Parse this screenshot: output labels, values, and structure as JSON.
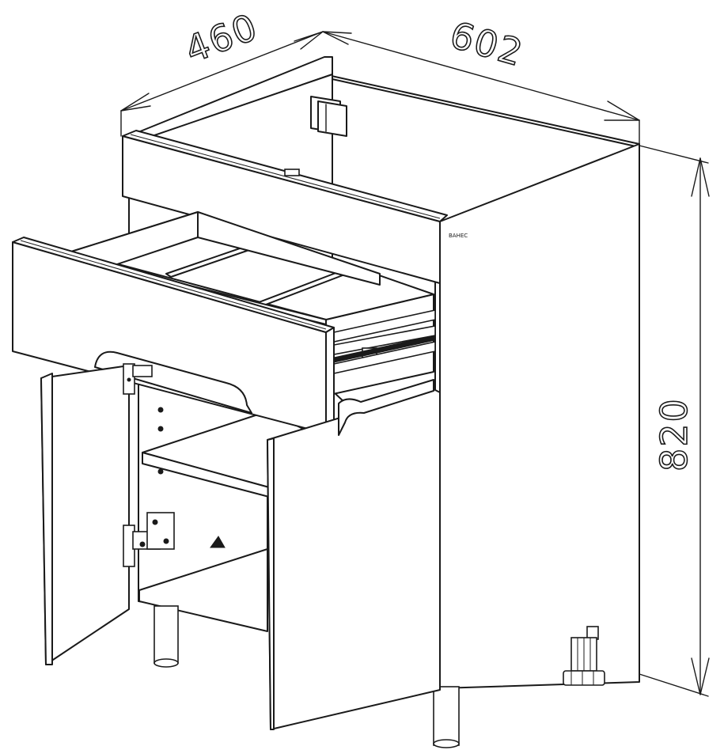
{
  "dimensions": {
    "depth": "460",
    "width": "602",
    "height": "820"
  },
  "brand_mark": "ВАНЕС"
}
